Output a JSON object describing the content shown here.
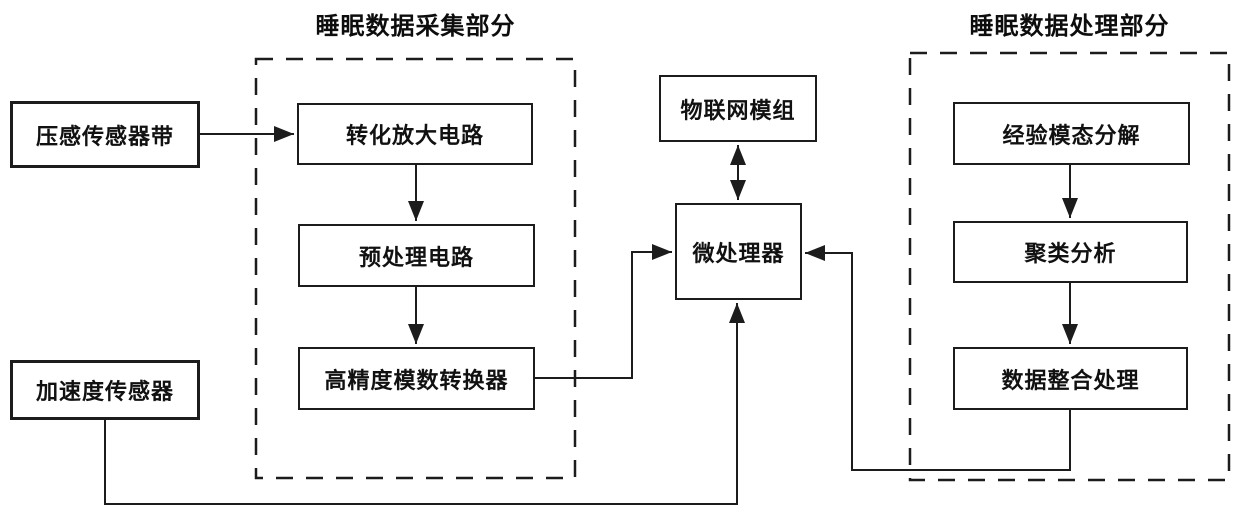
{
  "diagram": {
    "titles": {
      "collection": {
        "label": "睡眠数据采集部分"
      },
      "processing": {
        "label": "睡眠数据处理部分"
      }
    },
    "nodes": {
      "pressure_sensor": {
        "label": "压感传感器带"
      },
      "accel_sensor": {
        "label": "加速度传感器"
      },
      "conv_amp": {
        "label": "转化放大电路"
      },
      "preprocess": {
        "label": "预处理电路"
      },
      "adc": {
        "label": "高精度模数转换器"
      },
      "iot": {
        "label": "物联网模组"
      },
      "mcu": {
        "label": "微处理器"
      },
      "emd": {
        "label": "经验模态分解"
      },
      "cluster": {
        "label": "聚类分析"
      },
      "integrate": {
        "label": "数据整合处理"
      }
    },
    "edges": [
      {
        "from": "pressure_sensor",
        "to": "conv_amp",
        "type": "arrow"
      },
      {
        "from": "conv_amp",
        "to": "preprocess",
        "type": "arrow"
      },
      {
        "from": "preprocess",
        "to": "adc",
        "type": "arrow"
      },
      {
        "from": "adc",
        "to": "mcu",
        "type": "arrow"
      },
      {
        "from": "iot",
        "to": "mcu",
        "type": "double-arrow"
      },
      {
        "from": "accel_sensor",
        "to": "mcu",
        "type": "arrow"
      },
      {
        "from": "emd",
        "to": "cluster",
        "type": "arrow"
      },
      {
        "from": "cluster",
        "to": "integrate",
        "type": "arrow"
      },
      {
        "from": "integrate",
        "to": "mcu",
        "type": "arrow"
      }
    ],
    "colors": {
      "line": "#1c1c1c",
      "background": "#ffffff",
      "text": "#111111"
    }
  }
}
